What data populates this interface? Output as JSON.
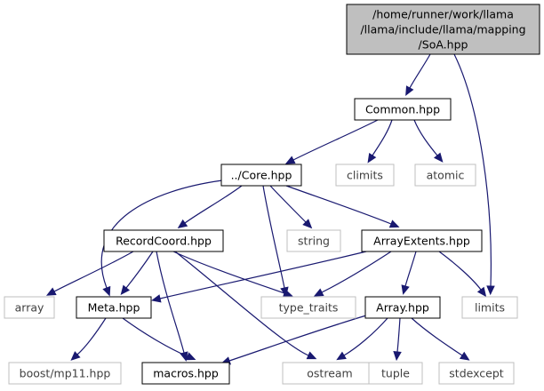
{
  "graph": {
    "colors": {
      "edge": "#191970",
      "root_fill": "#bfbfbf",
      "root_stroke": "#000000",
      "documented_stroke": "#000000",
      "external_stroke": "#bfbfbf",
      "external_text": "#404040",
      "documented_text": "#000000"
    },
    "nodes": [
      {
        "id": "soa",
        "kind": "root",
        "lines": [
          "/home/runner/work/llama",
          "/llama/include/llama/mapping",
          "/SoA.hpp"
        ]
      },
      {
        "id": "common",
        "kind": "documented",
        "lines": [
          "Common.hpp"
        ]
      },
      {
        "id": "core",
        "kind": "documented",
        "lines": [
          "../Core.hpp"
        ]
      },
      {
        "id": "climits",
        "kind": "external",
        "lines": [
          "climits"
        ]
      },
      {
        "id": "atomic",
        "kind": "external",
        "lines": [
          "atomic"
        ]
      },
      {
        "id": "recordcoord",
        "kind": "documented",
        "lines": [
          "RecordCoord.hpp"
        ]
      },
      {
        "id": "string",
        "kind": "external",
        "lines": [
          "string"
        ]
      },
      {
        "id": "arrayextents",
        "kind": "documented",
        "lines": [
          "ArrayExtents.hpp"
        ]
      },
      {
        "id": "array_std",
        "kind": "external",
        "lines": [
          "array"
        ]
      },
      {
        "id": "meta",
        "kind": "documented",
        "lines": [
          "Meta.hpp"
        ]
      },
      {
        "id": "type_traits",
        "kind": "external",
        "lines": [
          "type_traits"
        ]
      },
      {
        "id": "array_hpp",
        "kind": "documented",
        "lines": [
          "Array.hpp"
        ]
      },
      {
        "id": "limits",
        "kind": "external",
        "lines": [
          "limits"
        ]
      },
      {
        "id": "mp11",
        "kind": "external",
        "lines": [
          "boost/mp11.hpp"
        ]
      },
      {
        "id": "macros",
        "kind": "documented",
        "lines": [
          "macros.hpp"
        ]
      },
      {
        "id": "ostream",
        "kind": "external",
        "lines": [
          "ostream"
        ]
      },
      {
        "id": "tuple",
        "kind": "external",
        "lines": [
          "tuple"
        ]
      },
      {
        "id": "stdexcept",
        "kind": "external",
        "lines": [
          "stdexcept"
        ]
      }
    ],
    "edges": [
      {
        "from": "soa",
        "to": "common"
      },
      {
        "from": "soa",
        "to": "limits"
      },
      {
        "from": "common",
        "to": "core"
      },
      {
        "from": "common",
        "to": "climits"
      },
      {
        "from": "common",
        "to": "atomic"
      },
      {
        "from": "core",
        "to": "recordcoord"
      },
      {
        "from": "core",
        "to": "string"
      },
      {
        "from": "core",
        "to": "arrayextents"
      },
      {
        "from": "core",
        "to": "meta"
      },
      {
        "from": "core",
        "to": "type_traits"
      },
      {
        "from": "recordcoord",
        "to": "array_std"
      },
      {
        "from": "recordcoord",
        "to": "meta"
      },
      {
        "from": "recordcoord",
        "to": "type_traits"
      },
      {
        "from": "recordcoord",
        "to": "macros"
      },
      {
        "from": "recordcoord",
        "to": "ostream"
      },
      {
        "from": "arrayextents",
        "to": "meta"
      },
      {
        "from": "arrayextents",
        "to": "type_traits"
      },
      {
        "from": "arrayextents",
        "to": "array_hpp"
      },
      {
        "from": "arrayextents",
        "to": "limits"
      },
      {
        "from": "meta",
        "to": "mp11"
      },
      {
        "from": "meta",
        "to": "macros"
      },
      {
        "from": "array_hpp",
        "to": "macros"
      },
      {
        "from": "array_hpp",
        "to": "ostream"
      },
      {
        "from": "array_hpp",
        "to": "tuple"
      },
      {
        "from": "array_hpp",
        "to": "stdexcept"
      }
    ]
  }
}
